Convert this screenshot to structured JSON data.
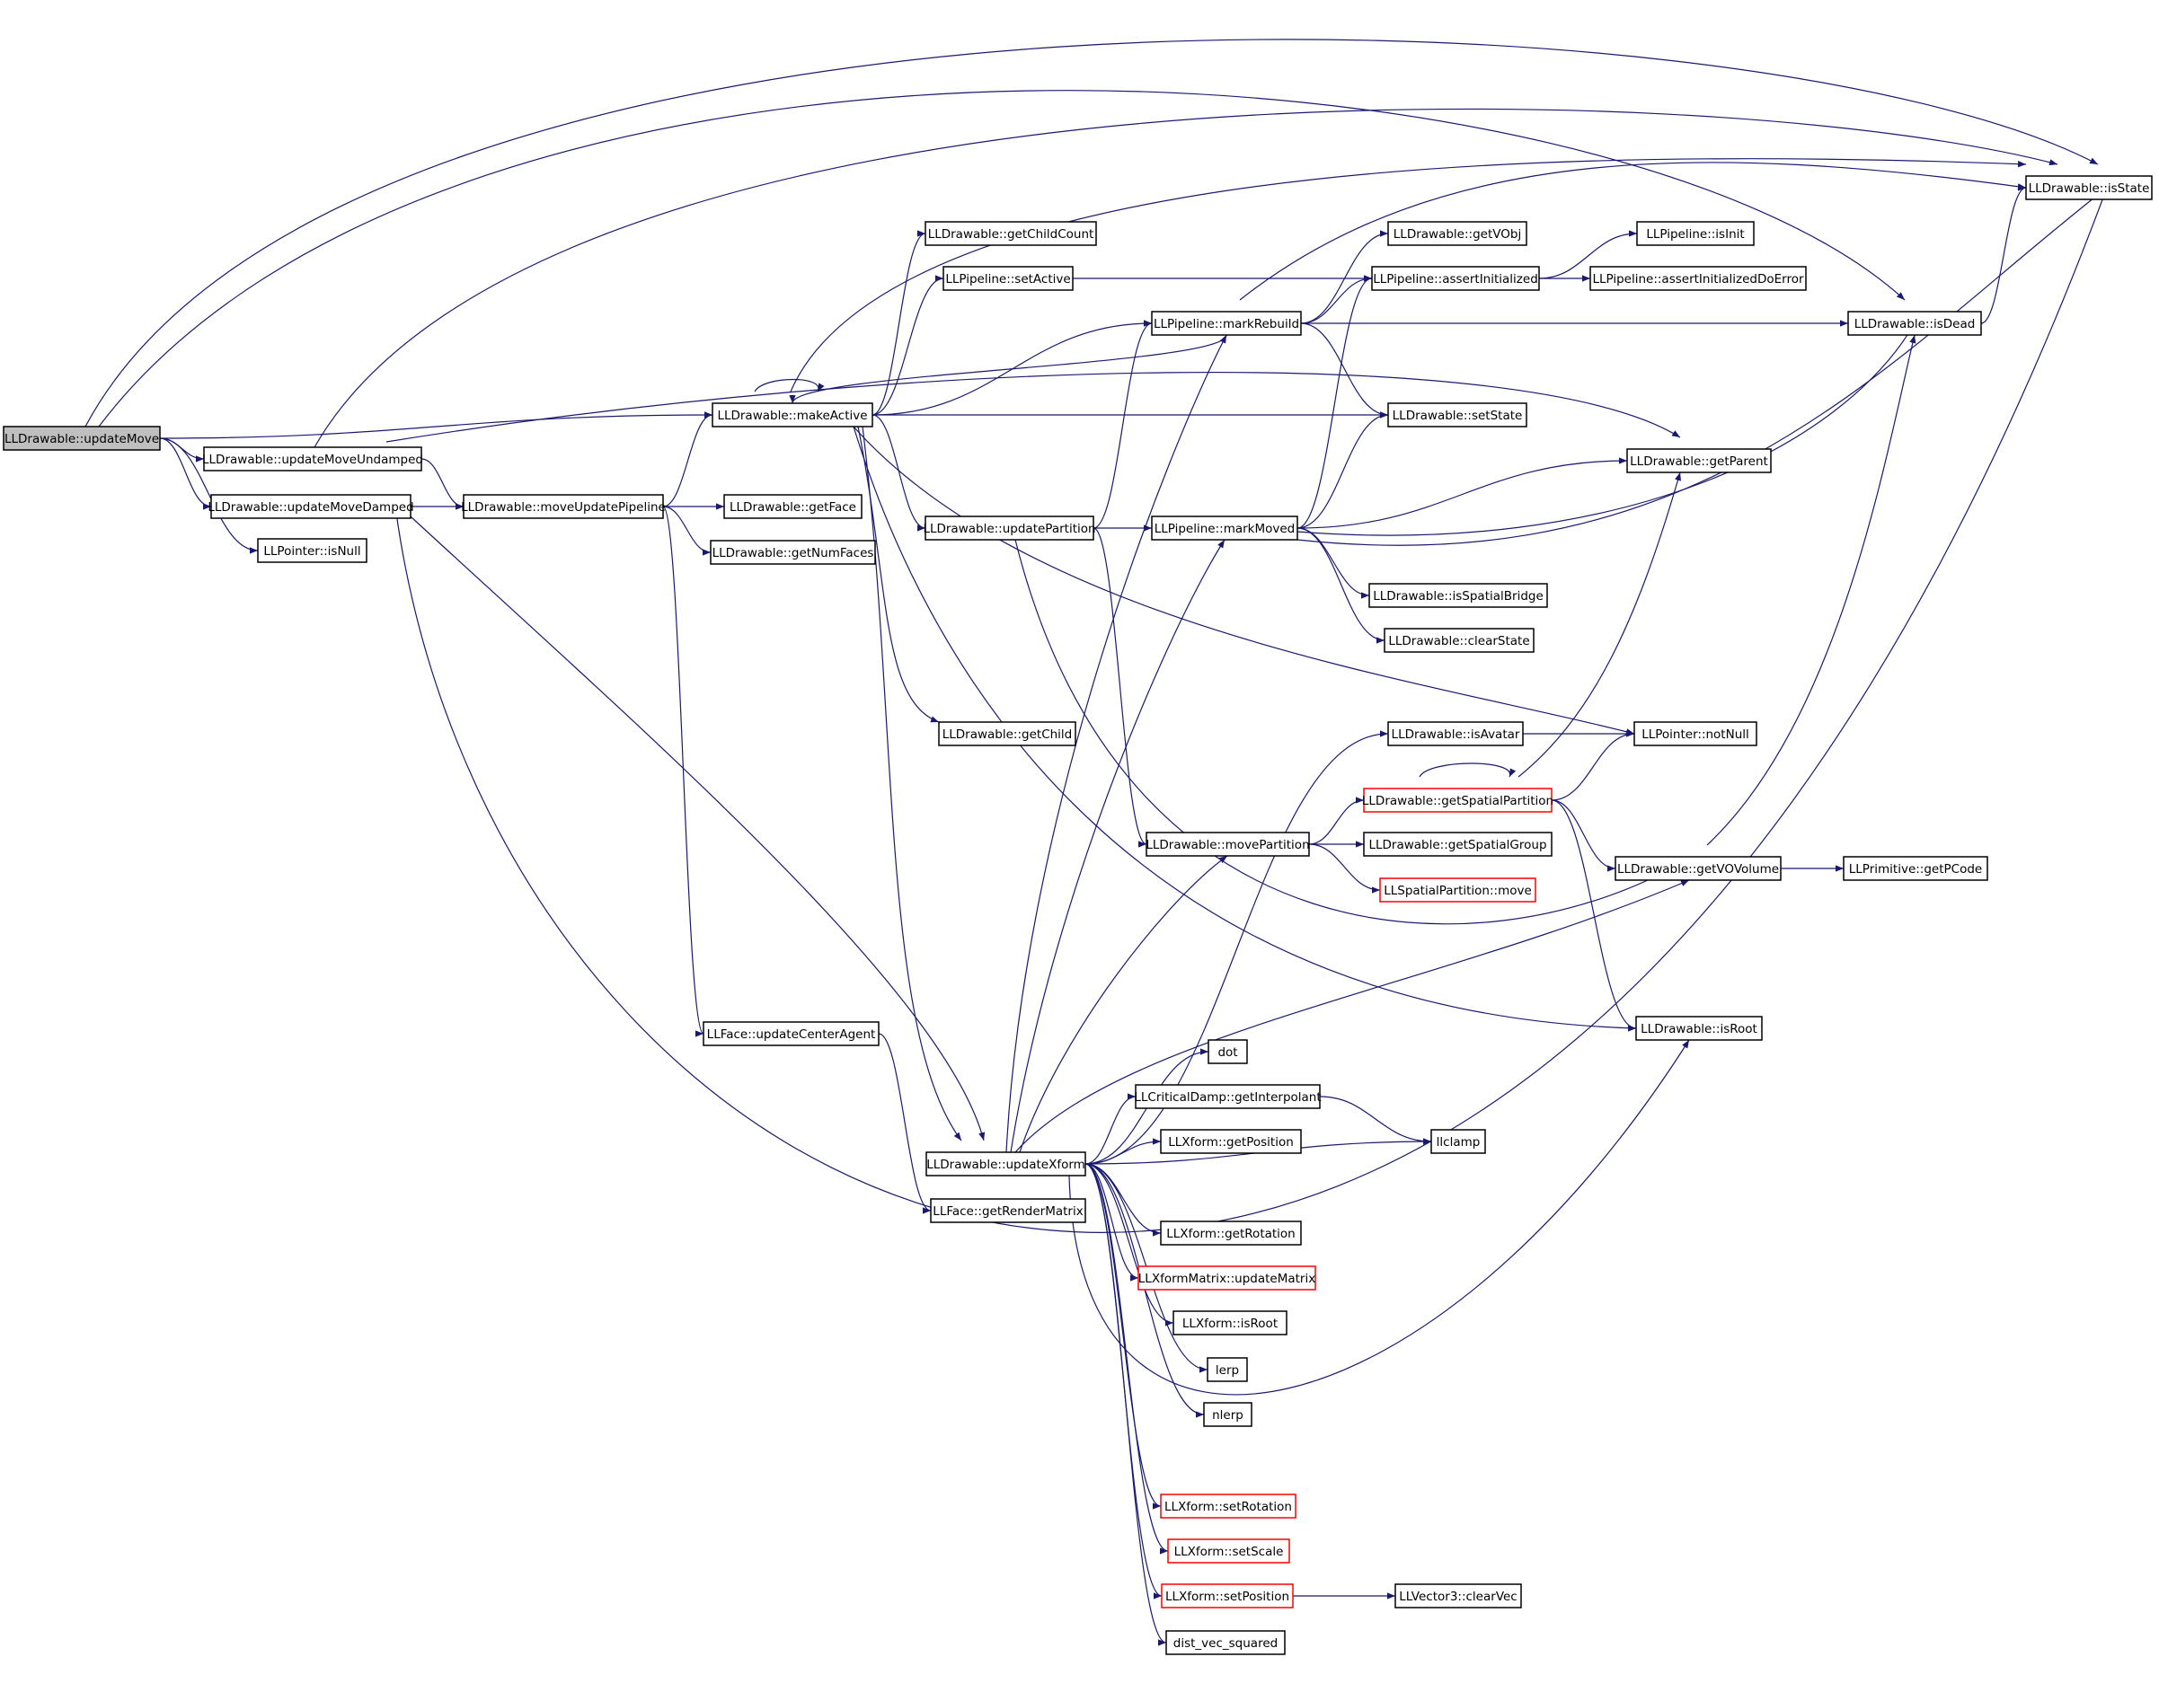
{
  "diagram": {
    "type": "call-graph",
    "colors": {
      "edge": "#191970",
      "node_border": "#000000",
      "node_border_incomplete": "#ff0000",
      "root_fill": "#bfbfbf"
    },
    "nodes": [
      {
        "id": "updateMove",
        "label": "LLDrawable::updateMove",
        "style": "root"
      },
      {
        "id": "updateMoveUndamped",
        "label": "LLDrawable::updateMoveUndamped"
      },
      {
        "id": "updateMoveDamped",
        "label": "LLDrawable::updateMoveDamped"
      },
      {
        "id": "isNull",
        "label": "LLPointer::isNull"
      },
      {
        "id": "makeActive",
        "label": "LLDrawable::makeActive"
      },
      {
        "id": "moveUpdatePipeline",
        "label": "LLDrawable::moveUpdatePipeline"
      },
      {
        "id": "getFace",
        "label": "LLDrawable::getFace"
      },
      {
        "id": "getNumFaces",
        "label": "LLDrawable::getNumFaces"
      },
      {
        "id": "getChildCount",
        "label": "LLDrawable::getChildCount"
      },
      {
        "id": "setActive",
        "label": "LLPipeline::setActive"
      },
      {
        "id": "updatePartition",
        "label": "LLDrawable::updatePartition"
      },
      {
        "id": "getChild",
        "label": "LLDrawable::getChild"
      },
      {
        "id": "updateCenterAgent",
        "label": "LLFace::updateCenterAgent"
      },
      {
        "id": "updateXform",
        "label": "LLDrawable::updateXform"
      },
      {
        "id": "getRenderMatrix",
        "label": "LLFace::getRenderMatrix"
      },
      {
        "id": "markRebuild",
        "label": "LLPipeline::markRebuild"
      },
      {
        "id": "markMoved",
        "label": "LLPipeline::markMoved"
      },
      {
        "id": "movePartition",
        "label": "LLDrawable::movePartition"
      },
      {
        "id": "getVObj",
        "label": "LLDrawable::getVObj"
      },
      {
        "id": "assertInitialized",
        "label": "LLPipeline::assertInitialized"
      },
      {
        "id": "setState",
        "label": "LLDrawable::setState"
      },
      {
        "id": "isSpatialBridge",
        "label": "LLDrawable::isSpatialBridge"
      },
      {
        "id": "clearState",
        "label": "LLDrawable::clearState"
      },
      {
        "id": "isAvatar",
        "label": "LLDrawable::isAvatar"
      },
      {
        "id": "getSpatialPartition",
        "label": "LLDrawable::getSpatialPartition",
        "style": "red"
      },
      {
        "id": "getSpatialGroup",
        "label": "LLDrawable::getSpatialGroup"
      },
      {
        "id": "spatialMove",
        "label": "LLSpatialPartition::move",
        "style": "red"
      },
      {
        "id": "dot",
        "label": "dot"
      },
      {
        "id": "getInterpolant",
        "label": "LLCriticalDamp::getInterpolant"
      },
      {
        "id": "getPosition",
        "label": "LLXform::getPosition"
      },
      {
        "id": "llclamp",
        "label": "llclamp"
      },
      {
        "id": "getRotation",
        "label": "LLXform::getRotation"
      },
      {
        "id": "updateMatrix",
        "label": "LLXformMatrix::updateMatrix",
        "style": "red"
      },
      {
        "id": "xformIsRoot",
        "label": "LLXform::isRoot"
      },
      {
        "id": "lerp",
        "label": "lerp"
      },
      {
        "id": "nlerp",
        "label": "nlerp"
      },
      {
        "id": "setRotation",
        "label": "LLXform::setRotation",
        "style": "red"
      },
      {
        "id": "setScale",
        "label": "LLXform::setScale",
        "style": "red"
      },
      {
        "id": "setPosition",
        "label": "LLXform::setPosition",
        "style": "red"
      },
      {
        "id": "distVecSquared",
        "label": "dist_vec_squared"
      },
      {
        "id": "clearVec",
        "label": "LLVector3::clearVec"
      },
      {
        "id": "isInit",
        "label": "LLPipeline::isInit"
      },
      {
        "id": "assertInitializedDoError",
        "label": "LLPipeline::assertInitializedDoError"
      },
      {
        "id": "isDead",
        "label": "LLDrawable::isDead"
      },
      {
        "id": "getParent",
        "label": "LLDrawable::getParent"
      },
      {
        "id": "notNull",
        "label": "LLPointer::notNull"
      },
      {
        "id": "getVOVolume",
        "label": "LLDrawable::getVOVolume"
      },
      {
        "id": "isRoot",
        "label": "LLDrawable::isRoot"
      },
      {
        "id": "getPCode",
        "label": "LLPrimitive::getPCode"
      },
      {
        "id": "isState",
        "label": "LLDrawable::isState"
      }
    ],
    "edges": [
      [
        "updateMove",
        "isState"
      ],
      [
        "updateMove",
        "isDead"
      ],
      [
        "updateMove",
        "makeActive"
      ],
      [
        "updateMove",
        "updateMoveUndamped"
      ],
      [
        "updateMove",
        "updateMoveDamped"
      ],
      [
        "updateMove",
        "isNull"
      ],
      [
        "updateMoveUndamped",
        "isState"
      ],
      [
        "updateMoveUndamped",
        "moveUpdatePipeline"
      ],
      [
        "updateMoveUndamped",
        "getParent"
      ],
      [
        "updateMoveDamped",
        "moveUpdatePipeline"
      ],
      [
        "updateMoveDamped",
        "updateXform"
      ],
      [
        "updateMoveDamped",
        "isState"
      ],
      [
        "moveUpdatePipeline",
        "makeActive"
      ],
      [
        "moveUpdatePipeline",
        "getFace"
      ],
      [
        "moveUpdatePipeline",
        "getNumFaces"
      ],
      [
        "moveUpdatePipeline",
        "updateCenterAgent"
      ],
      [
        "makeActive",
        "makeActive"
      ],
      [
        "makeActive",
        "getChildCount"
      ],
      [
        "makeActive",
        "setActive"
      ],
      [
        "makeActive",
        "isState"
      ],
      [
        "makeActive",
        "setState"
      ],
      [
        "makeActive",
        "updatePartition"
      ],
      [
        "makeActive",
        "getChild"
      ],
      [
        "makeActive",
        "notNull"
      ],
      [
        "makeActive",
        "isRoot"
      ],
      [
        "makeActive",
        "updateXform"
      ],
      [
        "makeActive",
        "markRebuild"
      ],
      [
        "setActive",
        "assertInitialized"
      ],
      [
        "updatePartition",
        "markRebuild"
      ],
      [
        "updatePartition",
        "markMoved"
      ],
      [
        "updatePartition",
        "movePartition"
      ],
      [
        "updatePartition",
        "getVOVolume"
      ],
      [
        "updateCenterAgent",
        "getRenderMatrix"
      ],
      [
        "markRebuild",
        "getVObj"
      ],
      [
        "markRebuild",
        "assertInitialized"
      ],
      [
        "markRebuild",
        "isDead"
      ],
      [
        "markRebuild",
        "setState"
      ],
      [
        "markRebuild",
        "makeActive"
      ],
      [
        "markRebuild",
        "isState"
      ],
      [
        "markMoved",
        "assertInitialized"
      ],
      [
        "markMoved",
        "setState"
      ],
      [
        "markMoved",
        "getParent"
      ],
      [
        "markMoved",
        "isDead"
      ],
      [
        "markMoved",
        "isState"
      ],
      [
        "markMoved",
        "isSpatialBridge"
      ],
      [
        "markMoved",
        "clearState"
      ],
      [
        "movePartition",
        "getSpatialPartition"
      ],
      [
        "movePartition",
        "getSpatialGroup"
      ],
      [
        "movePartition",
        "spatialMove"
      ],
      [
        "assertInitialized",
        "isInit"
      ],
      [
        "assertInitialized",
        "assertInitializedDoError"
      ],
      [
        "isAvatar",
        "notNull"
      ],
      [
        "getSpatialPartition",
        "getSpatialPartition"
      ],
      [
        "getSpatialPartition",
        "notNull"
      ],
      [
        "getSpatialPartition",
        "getParent"
      ],
      [
        "getSpatialPartition",
        "getVOVolume"
      ],
      [
        "getSpatialPartition",
        "isRoot"
      ],
      [
        "getVOVolume",
        "getPCode"
      ],
      [
        "getVOVolume",
        "isDead"
      ],
      [
        "isDead",
        "isState"
      ],
      [
        "getInterpolant",
        "llclamp"
      ],
      [
        "setPosition",
        "clearVec"
      ],
      [
        "updateXform",
        "markRebuild"
      ],
      [
        "updateXform",
        "markMoved"
      ],
      [
        "updateXform",
        "movePartition"
      ],
      [
        "updateXform",
        "isAvatar"
      ],
      [
        "updateXform",
        "getVOVolume"
      ],
      [
        "updateXform",
        "dot"
      ],
      [
        "updateXform",
        "getInterpolant"
      ],
      [
        "updateXform",
        "getPosition"
      ],
      [
        "updateXform",
        "llclamp"
      ],
      [
        "updateXform",
        "getRotation"
      ],
      [
        "updateXform",
        "updateMatrix"
      ],
      [
        "updateXform",
        "xformIsRoot"
      ],
      [
        "updateXform",
        "lerp"
      ],
      [
        "updateXform",
        "nlerp"
      ],
      [
        "updateXform",
        "isRoot"
      ],
      [
        "updateXform",
        "setRotation"
      ],
      [
        "updateXform",
        "setScale"
      ],
      [
        "updateXform",
        "setPosition"
      ],
      [
        "updateXform",
        "distVecSquared"
      ]
    ]
  }
}
